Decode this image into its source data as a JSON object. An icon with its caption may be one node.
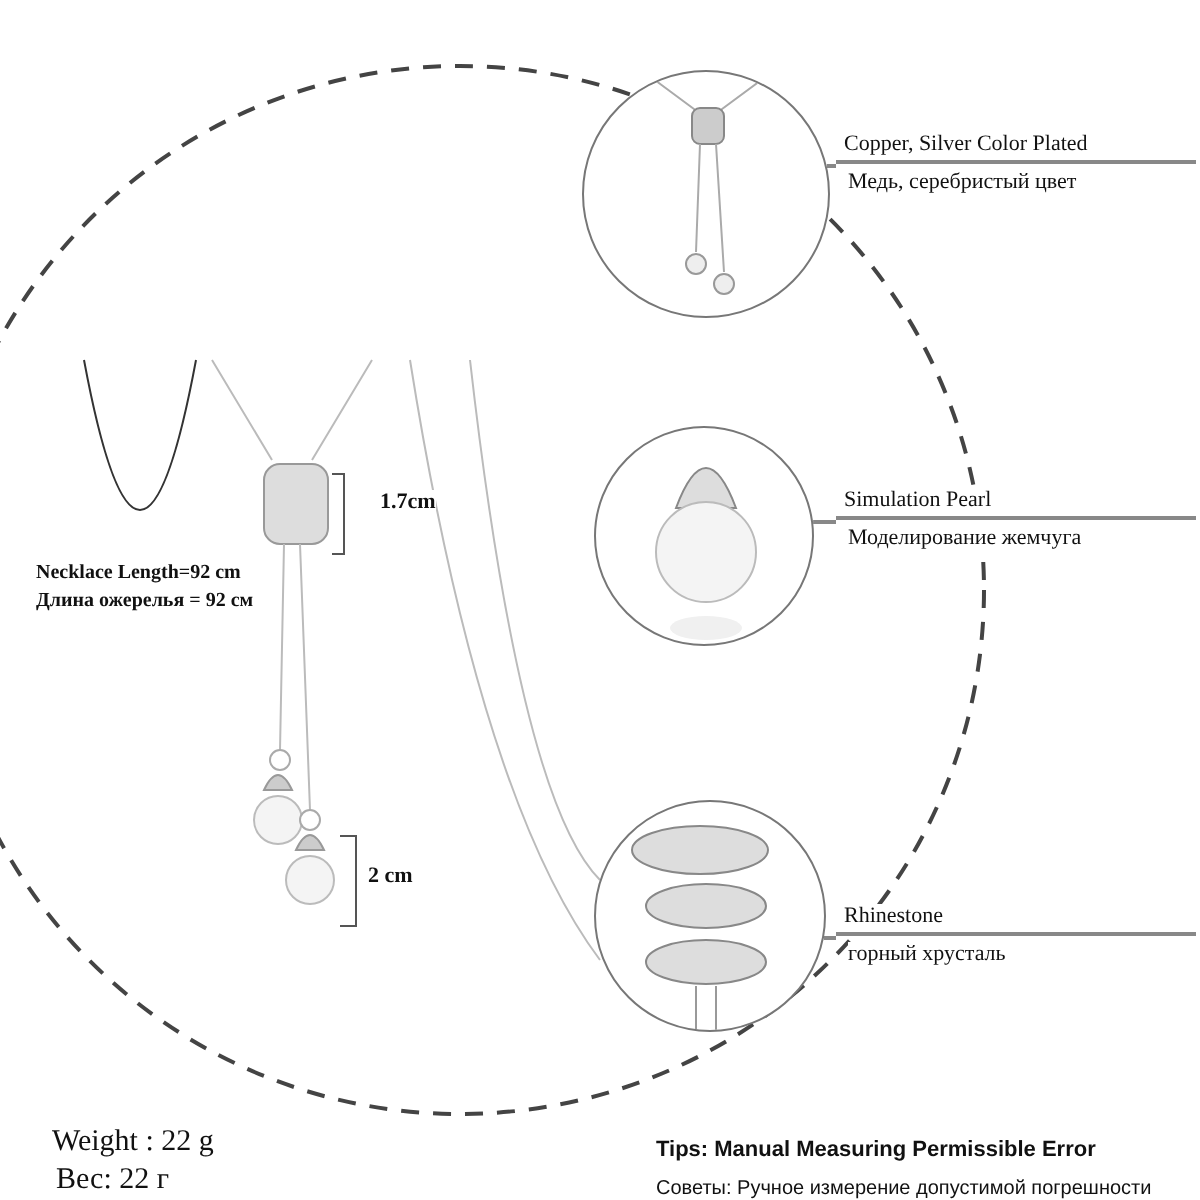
{
  "diagram": {
    "nodes": [
      {
        "text": [],
        "shape": "picture"
      },
      {
        "text": [
          "Copper, Silver Color Plated",
          "Медь, серебристый цвет"
        ]
      },
      {
        "text": [],
        "shape": "picture"
      },
      {
        "text": [
          "Simulation Pearl",
          "Моделирование жемчуга"
        ]
      },
      {
        "text": [],
        "shape": "picture"
      },
      {
        "text": [
          "Rhinestone",
          "горный хрусталь"
        ]
      }
    ],
    "edges": [
      {
        "from": 1,
        "to": 0,
        "arrow": "none"
      },
      {
        "from": 3,
        "to": 2,
        "arrow": "none"
      },
      {
        "from": 5,
        "to": 4,
        "arrow": "none"
      }
    ],
    "labels": [
      "1.7cm",
      "Necklace Length=92 cm",
      "Длина ожерелья = 92 см",
      "2 cm",
      "Weight : 22 g",
      "Вес: 22 г",
      "Tips: Manual Measuring Permissible Error",
      "Советы: Ручное измерение допустимой погрешности"
    ]
  }
}
